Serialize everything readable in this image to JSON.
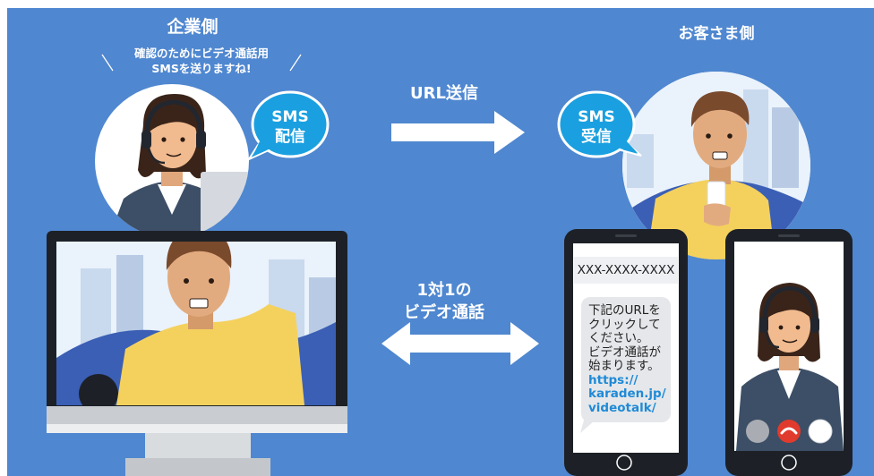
{
  "company": {
    "title": "企業側",
    "speech_line1": "確認のためにビデオ通話用",
    "speech_line2": "SMSを送りますね!",
    "bubble_line1": "SMS",
    "bubble_line2": "配信"
  },
  "customer": {
    "title": "お客さま側",
    "bubble_line1": "SMS",
    "bubble_line2": "受信"
  },
  "arrow_top": {
    "label": "URL送信"
  },
  "arrow_bottom": {
    "label_line1": "1対1の",
    "label_line2": "ビデオ通話"
  },
  "phone_sms": {
    "sender_number": "XXX-XXXX-XXXX",
    "message_lines": [
      "下記のURLを",
      "クリックして",
      "ください。",
      "ビデオ通話が",
      "始まります。"
    ],
    "link_lines": [
      "https://",
      "karaden.jp/",
      "videotalk/"
    ]
  },
  "colors": {
    "background": "#4f87d0",
    "bubble": "#1aa0e0",
    "link": "#1f8ad6",
    "hangup": "#e03b2d"
  }
}
